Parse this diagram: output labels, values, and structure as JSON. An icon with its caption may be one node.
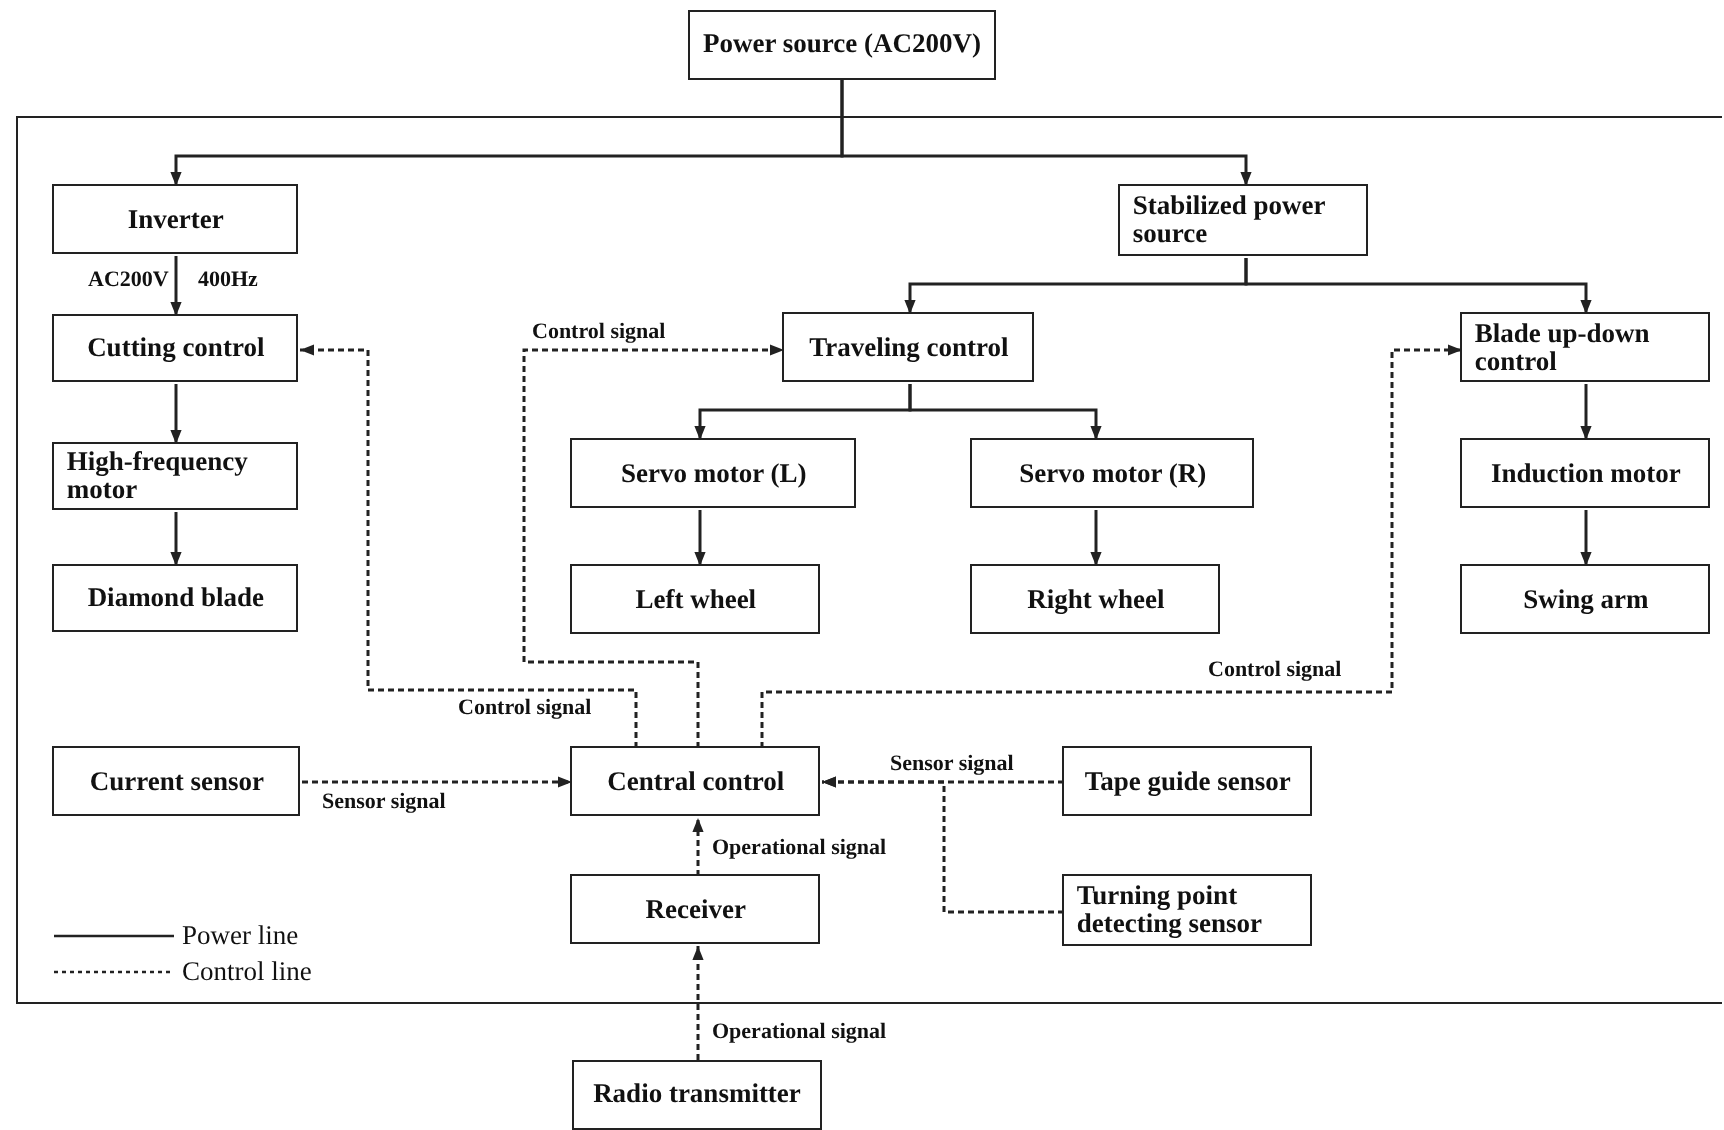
{
  "diagram": {
    "nodes": [
      {
        "text": [
          "Power source (AC200V)"
        ]
      },
      {
        "text": [],
        "shape": "box"
      },
      {
        "text": [
          "Inverter"
        ],
        "in": 1
      },
      {
        "text": [
          "Stabilized power source"
        ],
        "in": 1
      },
      {
        "text": [
          "Cutting control"
        ],
        "in": 1
      },
      {
        "text": [
          "Traveling control"
        ],
        "in": 1
      },
      {
        "text": [
          "Blade up-down control"
        ],
        "in": 1
      },
      {
        "text": [
          "High-frequency motor"
        ],
        "in": 1
      },
      {
        "text": [
          "Servo motor (L)"
        ],
        "in": 1
      },
      {
        "text": [
          "Servo motor (R)"
        ],
        "in": 1
      },
      {
        "text": [
          "Induction motor"
        ],
        "in": 1
      },
      {
        "text": [
          "Diamond blade"
        ],
        "in": 1
      },
      {
        "text": [
          "Left wheel"
        ],
        "in": 1
      },
      {
        "text": [
          "Right wheel"
        ],
        "in": 1
      },
      {
        "text": [
          "Swing arm"
        ],
        "in": 1
      },
      {
        "text": [
          "Current sensor"
        ],
        "in": 1
      },
      {
        "text": [
          "Central control"
        ],
        "in": 1
      },
      {
        "text": [
          "Tape guide sensor"
        ],
        "in": 1
      },
      {
        "text": [
          "Receiver"
        ],
        "in": 1
      },
      {
        "text": [
          "Turning point detecting sensor"
        ],
        "in": 1
      },
      {
        "text": [
          "Radio transmitter"
        ]
      }
    ],
    "edges": [
      {
        "from": 0,
        "to": 2,
        "arrow": "to"
      },
      {
        "from": 0,
        "to": 3,
        "arrow": "to"
      },
      {
        "from": 2,
        "to": 4,
        "arrow": "to",
        "label": "AC200V"
      },
      {
        "from": 4,
        "to": 7,
        "arrow": "to"
      },
      {
        "from": 7,
        "to": 11,
        "arrow": "to"
      },
      {
        "from": 3,
        "to": 5,
        "arrow": "to"
      },
      {
        "from": 3,
        "to": 6,
        "arrow": "to"
      },
      {
        "from": 5,
        "to": 8,
        "arrow": "to"
      },
      {
        "from": 5,
        "to": 9,
        "arrow": "to"
      },
      {
        "from": 8,
        "to": 12,
        "arrow": "to"
      },
      {
        "from": 9,
        "to": 13,
        "arrow": "to"
      },
      {
        "from": 6,
        "to": 10,
        "arrow": "to"
      },
      {
        "from": 10,
        "to": 14,
        "arrow": "to"
      },
      {
        "from": 16,
        "to": 4,
        "arrow": "to",
        "style": "dashed",
        "label": "Control signal"
      },
      {
        "from": 16,
        "to": 5,
        "arrow": "to",
        "style": "dashed",
        "label": "Control signal"
      },
      {
        "from": 16,
        "to": 6,
        "arrow": "to",
        "style": "dashed",
        "label": "Control signal"
      },
      {
        "from": 15,
        "to": 16,
        "arrow": "to",
        "style": "dashed",
        "label": "Sensor signal"
      },
      {
        "from": 17,
        "to": 16,
        "arrow": "to",
        "style": "dashed",
        "label": "Sensor signal"
      },
      {
        "from": 19,
        "to": 16,
        "arrow": "to",
        "style": "dashed"
      },
      {
        "from": 18,
        "to": 16,
        "arrow": "to",
        "style": "dashed",
        "label": "Operational signal"
      },
      {
        "from": 20,
        "to": 18,
        "arrow": "to",
        "style": "dashed",
        "label": "Operational signal"
      }
    ],
    "labels": [
      "400Hz"
    ],
    "legend": [
      {
        "text": "Power line"
      },
      {
        "text": "Control line"
      }
    ]
  }
}
